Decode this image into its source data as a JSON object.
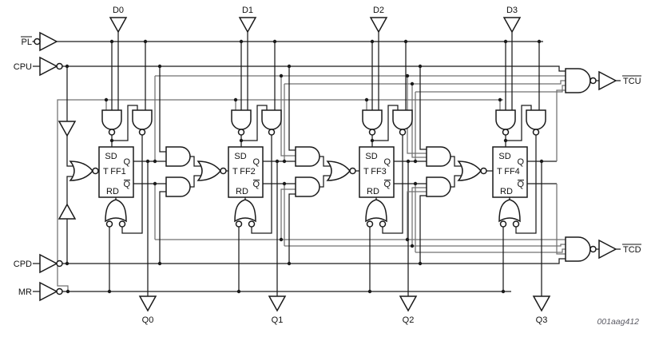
{
  "diagram_type": "logic-diagram-4bit-up-down-counter",
  "colors": {
    "wire": "#1a1a1a",
    "bus": "#707070",
    "background": "#ffffff",
    "watermark": "#5b5b64"
  },
  "inputs": {
    "pl": "PL",
    "cpu": "CPU",
    "cpd": "CPD",
    "mr": "MR",
    "data": [
      "D0",
      "D1",
      "D2",
      "D3"
    ]
  },
  "outputs": {
    "tcu": "TCU",
    "tcd": "TCD",
    "q": [
      "Q0",
      "Q1",
      "Q2",
      "Q3"
    ]
  },
  "flipflops": [
    {
      "name": "FF1",
      "sd": "SD",
      "rd": "RD",
      "t": "T",
      "q": "Q",
      "qbar": "Q"
    },
    {
      "name": "FF2",
      "sd": "SD",
      "rd": "RD",
      "t": "T",
      "q": "Q",
      "qbar": "Q"
    },
    {
      "name": "FF3",
      "sd": "SD",
      "rd": "RD",
      "t": "T",
      "q": "Q",
      "qbar": "Q"
    },
    {
      "name": "FF4",
      "sd": "SD",
      "rd": "RD",
      "t": "T",
      "q": "Q",
      "qbar": "Q"
    }
  ],
  "watermark": "001aag412"
}
